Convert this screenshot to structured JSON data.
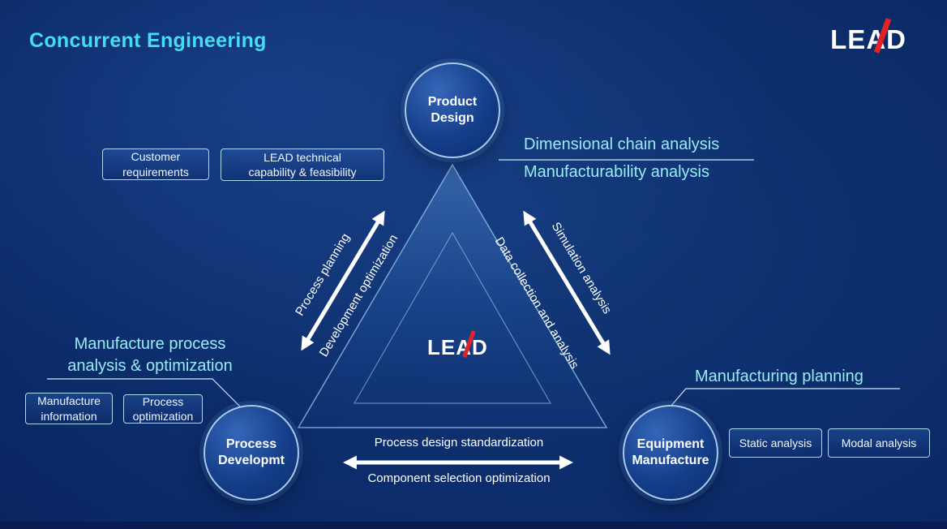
{
  "title": "Concurrent Engineering",
  "logo": {
    "le": "LE",
    "a": "A",
    "d": "D"
  },
  "nodes": {
    "product": {
      "line1": "Product",
      "line2": "Design"
    },
    "process": {
      "line1": "Process",
      "line2": "Developmt"
    },
    "equipment": {
      "line1": "Equipment",
      "line2": "Manufacture"
    }
  },
  "edges": {
    "left_outer": "Process planning",
    "left_inner": "Development optimization",
    "right_outer": "Simulation analysis",
    "right_inner": "Data collection and analysis",
    "bottom_upper": "Process design standardization",
    "bottom_lower": "Component selection optimization"
  },
  "annotations": {
    "product_line1": "Dimensional chain analysis",
    "product_line2": "Manufacturability analysis",
    "process_line1": "Manufacture process",
    "process_line2": "analysis & optimization",
    "equipment": "Manufacturing planning"
  },
  "chips": {
    "customer": {
      "line1": "Customer",
      "line2": "requirements"
    },
    "lead_capability": {
      "line1": "LEAD technical",
      "line2": "capability & feasibility"
    },
    "manufacture_info": {
      "line1": "Manufacture",
      "line2": "information"
    },
    "process_opt": {
      "line1": "Process",
      "line2": "optimization"
    },
    "static": "Static analysis",
    "modal": "Modal analysis"
  },
  "colors": {
    "accent_cyan": "#45ddf2",
    "annotation_cyan": "#97ecf6",
    "logo_red": "#e32228",
    "arrow": "#ffffff"
  }
}
